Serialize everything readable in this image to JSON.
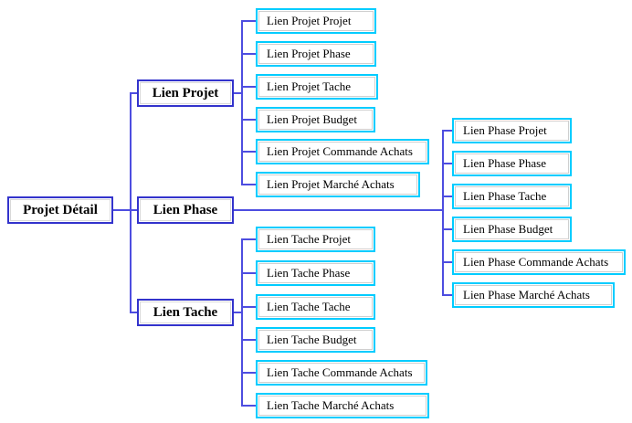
{
  "diagram": {
    "root": {
      "label": "Projet Détail"
    },
    "branches": [
      {
        "label": "Lien Projet",
        "children": [
          "Lien Projet Projet",
          "Lien Projet Phase",
          "Lien Projet Tache",
          "Lien Projet Budget",
          "Lien Projet Commande Achats",
          "Lien Projet Marché Achats"
        ]
      },
      {
        "label": "Lien Phase",
        "children": [
          "Lien Phase Projet",
          "Lien Phase Phase",
          "Lien Phase Tache",
          "Lien Phase Budget",
          "Lien Phase Commande Achats",
          "Lien Phase Marché Achats"
        ]
      },
      {
        "label": "Lien Tache",
        "children": [
          "Lien Tache Projet",
          "Lien Tache Phase",
          "Lien Tache Tache",
          "Lien Tache Budget",
          "Lien Tache Commande Achats",
          "Lien Tache Marché Achats"
        ]
      }
    ],
    "colors": {
      "node_border": "#3333cc",
      "leaf_border": "#00ccff",
      "connector": "#4d4de0",
      "text": "#000000",
      "background": "#ffffff"
    }
  }
}
